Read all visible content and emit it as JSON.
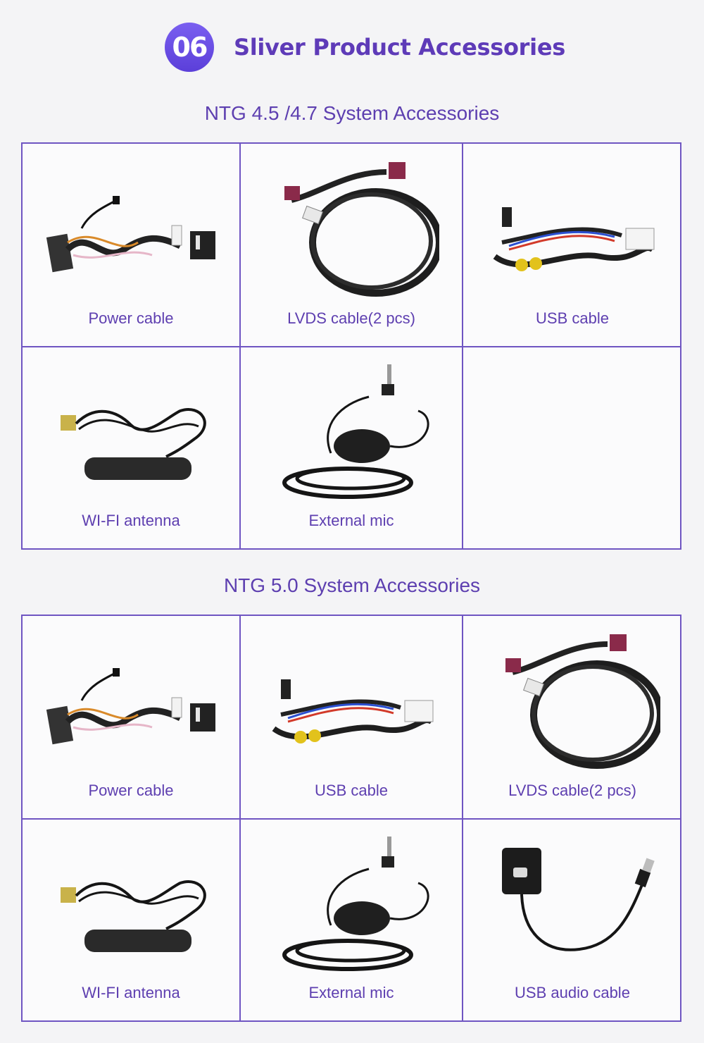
{
  "header": {
    "badge_number": "06",
    "title": "Sliver Product Accessories"
  },
  "sections": [
    {
      "title": "NTG 4.5 /4.7 System Accessories",
      "items": [
        {
          "label": "Power cable",
          "icon": "power-cable-icon"
        },
        {
          "label": "LVDS cable(2 pcs)",
          "icon": "lvds-cable-icon"
        },
        {
          "label": "USB cable",
          "icon": "usb-cable-icon"
        },
        {
          "label": "WI-FI antenna",
          "icon": "wifi-antenna-icon"
        },
        {
          "label": "External mic",
          "icon": "external-mic-icon"
        },
        {
          "label": "",
          "icon": ""
        }
      ]
    },
    {
      "title": "NTG 5.0 System Accessories",
      "items": [
        {
          "label": "Power cable",
          "icon": "power-cable-icon"
        },
        {
          "label": "USB cable",
          "icon": "usb-cable-icon"
        },
        {
          "label": "LVDS cable(2 pcs)",
          "icon": "lvds-cable-icon"
        },
        {
          "label": "WI-FI antenna",
          "icon": "wifi-antenna-icon"
        },
        {
          "label": "External mic",
          "icon": "external-mic-icon"
        },
        {
          "label": "USB audio cable",
          "icon": "usb-audio-cable-icon"
        }
      ]
    }
  ]
}
